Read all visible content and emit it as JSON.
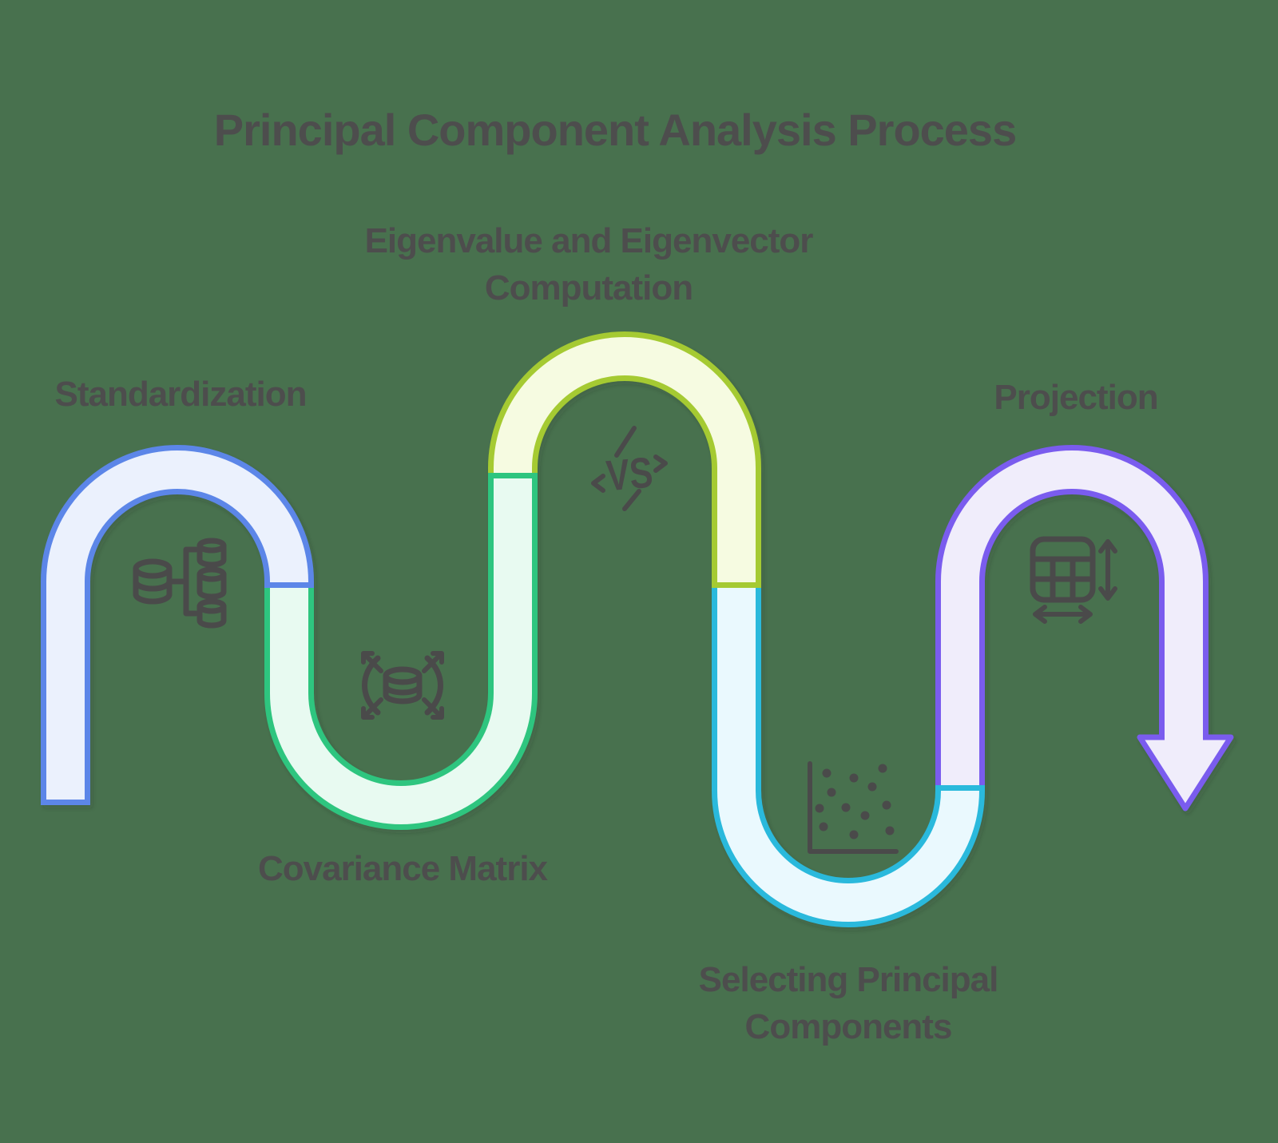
{
  "title": "Principal Component Analysis Process",
  "background_color": "#48714E",
  "text_color": "#4D4D4D",
  "icon_color": "#4A4A4A",
  "vs_label": "VS",
  "steps": [
    {
      "id": "standardization",
      "label": "Standardization",
      "border_color": "#5B86E8",
      "fill_color": "#EBF1FD",
      "icon": "database-split-icon"
    },
    {
      "id": "covariance-matrix",
      "label": "Covariance Matrix",
      "border_color": "#2FC57F",
      "fill_color": "#E8FAF1",
      "icon": "database-expand-icon"
    },
    {
      "id": "eigen-computation",
      "label": "Eigenvalue and Eigenvector Computation",
      "border_color": "#A5CA30",
      "fill_color": "#F6FBE1",
      "icon": "versus-lightning-icon"
    },
    {
      "id": "selecting-components",
      "label": "Selecting Principal Components",
      "border_color": "#29B9DC",
      "fill_color": "#EAF9FE",
      "icon": "scatter-plot-icon"
    },
    {
      "id": "projection",
      "label": "Projection",
      "border_color": "#7A5BEE",
      "fill_color": "#F0EDFB",
      "icon": "table-resize-icon"
    }
  ]
}
